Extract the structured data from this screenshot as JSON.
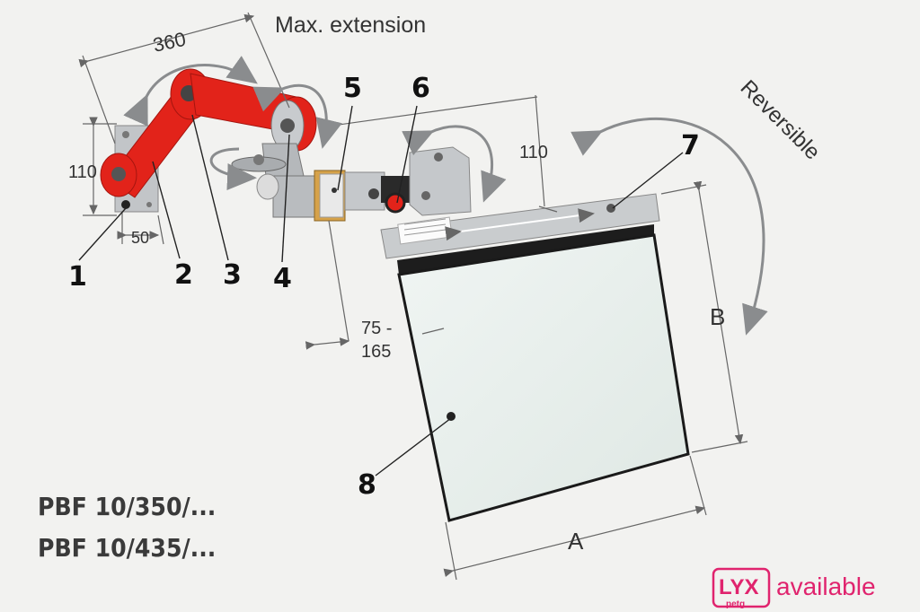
{
  "labels": {
    "max_extension": "Max. extension",
    "reversible": "Reversible",
    "dim_360": "360",
    "dim_110_left": "110",
    "dim_50": "50",
    "dim_110_top": "110",
    "dim_75_165_a": "75 -",
    "dim_75_165_b": "165",
    "dim_A": "A",
    "dim_B": "B"
  },
  "callouts": [
    "1",
    "2",
    "3",
    "4",
    "5",
    "6",
    "7",
    "8"
  ],
  "models": [
    "PBF 10/350/...",
    "PBF 10/435/..."
  ],
  "badge": {
    "logo_top": "LYX",
    "logo_bottom": "petg",
    "text": "available",
    "color": "#e0246e"
  },
  "colors": {
    "arm_red": "#e2231a",
    "metal": "#b9bcbf",
    "arrow_gray": "#8a8c8e",
    "shield_fill": "#e4ece9",
    "shield_edge": "#1a1a1a"
  }
}
